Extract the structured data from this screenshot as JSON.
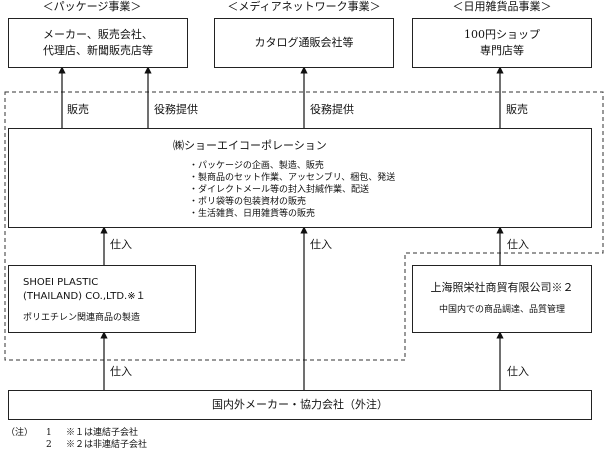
{
  "segments": [
    {
      "id": "package",
      "heading": "＜パッケージ事業＞",
      "customer": [
        "メーカー、販売会社、",
        "代理店、新聞販売店等"
      ]
    },
    {
      "id": "media",
      "heading": "＜メディアネットワーク事業＞",
      "customer": [
        "カタログ通販会社等"
      ]
    },
    {
      "id": "daily",
      "heading": "＜日用雑貨品事業＞",
      "customer": [
        "100円ショップ",
        "専門店等"
      ]
    }
  ],
  "flow_labels": {
    "sales_1": "販売",
    "service_1": "役務提供",
    "service_2": "役務提供",
    "sales_3": "販売",
    "purchase_left": "仕入",
    "purchase_center": "仕入",
    "purchase_right": "仕入",
    "purchase_left_bottom": "仕入",
    "purchase_right_bottom": "仕入"
  },
  "main_company": {
    "name": "㈱ショーエイコーポレーション",
    "activities": [
      "・パッケージの企画、製造、販売",
      "・製商品のセット作業、アッセンブリ、梱包、発送",
      "・ダイレクトメール等の封入封緘作業、配送",
      "・ポリ袋等の包装資材の販売",
      "・生活雑貨、日用雑貨等の販売"
    ]
  },
  "subsidiary_thai": {
    "name_line1": "SHOEI PLASTIC",
    "name_line2": "(THAILAND) CO.,LTD.※１",
    "description": "ポリエチレン関連商品の製造"
  },
  "subsidiary_shanghai": {
    "name": "上海照栄社商貿有限公司※２",
    "description": "中国内での商品調達、品質管理"
  },
  "suppliers": "国内外メーカー・協力会社（外注）",
  "notes": {
    "prefix": "（注）",
    "items": [
      {
        "num": "1",
        "text": "※１は連結子会社"
      },
      {
        "num": "2",
        "text": "※２は非連結子会社"
      }
    ]
  }
}
